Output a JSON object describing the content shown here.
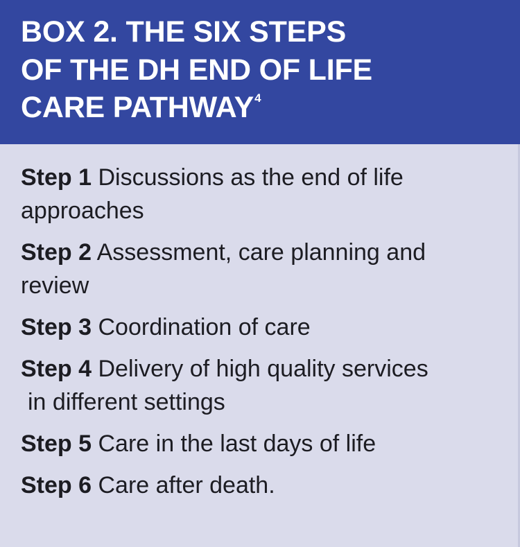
{
  "box": {
    "title_lines": [
      "BOX 2. THE SIX STEPS",
      "OF THE DH END OF LIFE",
      "CARE PATHWAY"
    ],
    "title_superscript": "4"
  },
  "steps": [
    {
      "label": "Step 1",
      "text": "Discussions as the end of life",
      "continuation": "approaches"
    },
    {
      "label": "Step 2",
      "text": "Assessment, care planning and",
      "continuation": "review"
    },
    {
      "label": "Step 3",
      "text": "Coordination of care",
      "continuation": ""
    },
    {
      "label": "Step 4",
      "text": "Delivery of high quality services",
      "continuation": "in different settings"
    },
    {
      "label": "Step 5",
      "text": "Care in the last days of life",
      "continuation": ""
    },
    {
      "label": "Step 6",
      "text": "Care after death.",
      "continuation": ""
    }
  ],
  "colors": {
    "header_bg": "#3347a0",
    "body_bg": "#dadbeb",
    "title_text": "#ffffff",
    "body_text": "#1c1c22"
  }
}
